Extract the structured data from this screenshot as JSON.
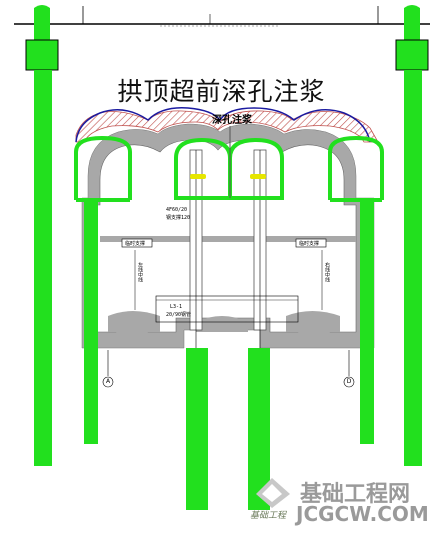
{
  "title": "拱顶超前深孔注浆",
  "grout_zone_label": "深孔注浆",
  "center_label_1": "4F60/20",
  "center_label_2": "钢支撑120",
  "left_box_label": "临时支撑",
  "right_box_label": "临时支撑",
  "bottom_label_1": "L3-1",
  "bottom_label_2": "20/90钢管",
  "left_vertical_label": "左线中线",
  "right_vertical_label": "右线中线",
  "axis_left": "A",
  "axis_right": "D",
  "watermark_site": "基础工程网",
  "watermark_url": "JCGCW.COM",
  "watermark_hand": "基础工程",
  "colors": {
    "pile_green": "#22e01e",
    "lining_gray": "#a8a8a8",
    "grout_hatch": "#c0504d",
    "arch_outline": "#1a1aa0",
    "cap_yellow": "#e6e600"
  }
}
